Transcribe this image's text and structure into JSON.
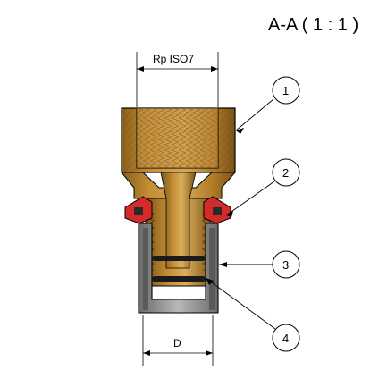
{
  "view_title": "A-A ( 1 : 1 )",
  "dimensions": {
    "thread": "Rp ISO7",
    "diameter": "D"
  },
  "callouts": [
    {
      "label": "1"
    },
    {
      "label": "2"
    },
    {
      "label": "3"
    },
    {
      "label": "4"
    }
  ],
  "colors": {
    "brass": "#b8862e",
    "brass_dark": "#8a5f1a",
    "brass_light": "#d7a955",
    "seal_red": "#d42a2a",
    "sleeve_gray": "#8e8e8e",
    "sleeve_light": "#b8b8b8",
    "oring_black": "#1a1a1a"
  }
}
